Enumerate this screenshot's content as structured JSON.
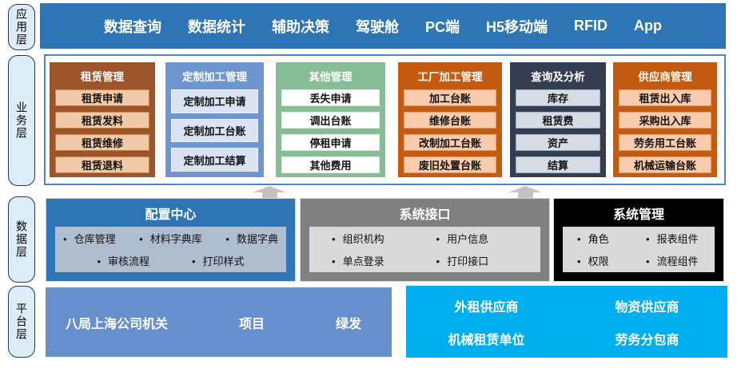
{
  "colors": {
    "app_bar": "#2E75B6",
    "business_border": "#4A87C0",
    "rail_fill": "#DCEDF8",
    "rail_border": "#1F3864",
    "arrow": "#C2C2C2",
    "col_rental": "#9E5429",
    "col_custom": "#6D96D0",
    "col_other": "#85BD95",
    "col_factory": "#C55A11",
    "col_query": "#333F50",
    "col_supplier": "#C55A11",
    "data_config": "#2E75B6",
    "data_interface": "#808080",
    "data_system": "#000000",
    "platform_left": "#6690CC",
    "platform_right": "#00AEEF"
  },
  "layers": {
    "application": {
      "label": "应用层",
      "items": [
        "数据查询",
        "数据统计",
        "辅助决策",
        "驾驶舱",
        "PC端",
        "H5移动端",
        "RFID",
        "App"
      ]
    },
    "business": {
      "label": "业务层",
      "columns": [
        {
          "title": "租赁管理",
          "items": [
            "租赁申请",
            "租赁发料",
            "租赁维修",
            "租赁退料"
          ]
        },
        {
          "title": "定制加工管理",
          "items": [
            "定制加工申请",
            "定制加工台账",
            "定制加工结算"
          ]
        },
        {
          "title": "其他管理",
          "items": [
            "丢失申请",
            "调出台账",
            "停租申请",
            "其他费用"
          ]
        },
        {
          "title": "工厂加工管理",
          "items": [
            "加工台账",
            "维修台账",
            "改制加工台账",
            "废旧处置台账"
          ]
        },
        {
          "title": "查询及分析",
          "items": [
            "库存",
            "租赁费",
            "资产",
            "结算"
          ]
        },
        {
          "title": "供应商管理",
          "items": [
            "租赁出入库",
            "采购出入库",
            "劳务用工台账",
            "机械运输台账"
          ]
        }
      ]
    },
    "data": {
      "label": "数据层",
      "boxes": [
        {
          "title": "配置中心",
          "rows": [
            [
              "仓库管理",
              "材料字典库",
              "数据字典"
            ],
            [
              "审核流程",
              "打印样式"
            ]
          ]
        },
        {
          "title": "系统接口",
          "rows": [
            [
              "组织机构",
              "用户信息"
            ],
            [
              "单点登录",
              "打印接口"
            ]
          ]
        },
        {
          "title": "系统管理",
          "rows": [
            [
              "角色",
              "报表组件"
            ],
            [
              "权限",
              "流程组件"
            ]
          ]
        }
      ]
    },
    "platform": {
      "label": "平台层",
      "left_items": [
        "八局上海公司机关",
        "项目",
        "绿发"
      ],
      "right_rows": [
        [
          "外租供应商",
          "物资供应商"
        ],
        [
          "机械租赁单位",
          "劳务分包商"
        ]
      ]
    }
  }
}
